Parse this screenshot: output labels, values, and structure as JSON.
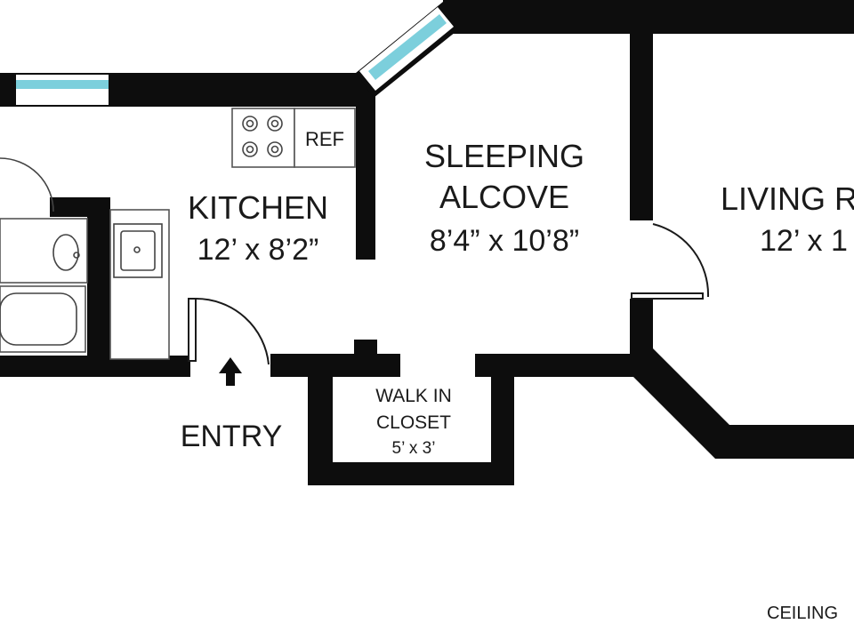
{
  "rooms": {
    "kitchen": {
      "name": "KITCHEN",
      "dims": "12’ x 8’2”"
    },
    "sleeping": {
      "name_line1": "SLEEPING",
      "name_line2": "ALCOVE",
      "dims": "8’4” x 10’8”"
    },
    "living": {
      "name": "LIVING R",
      "dims": "12’ x 1"
    },
    "closet": {
      "name_line1": "WALK IN",
      "name_line2": "CLOSET",
      "dims": "5’ x 3’"
    },
    "entry": {
      "name": "ENTRY"
    }
  },
  "appliances": {
    "ref_label": "REF"
  },
  "footer": {
    "ceiling_label": "CEILING"
  },
  "icons": {
    "entry_arrow": "arrow-up-icon",
    "stove": "stove-icon",
    "sink": "sink-icon",
    "bathtub": "bathtub-icon"
  },
  "colors": {
    "wall": "#0d0d0d",
    "window_glass": "#7ccfdc",
    "background": "#ffffff"
  }
}
